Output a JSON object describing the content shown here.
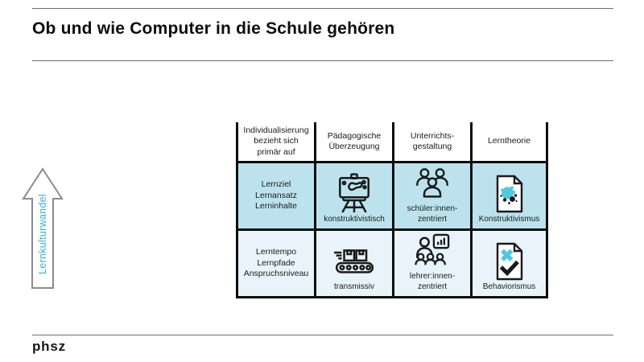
{
  "title": "Ob und wie Computer in die Schule gehören",
  "footer": {
    "logo": "phsz"
  },
  "arrow": {
    "label": "Lernkulturwandel"
  },
  "colors": {
    "accent_cyan": "#4fc8e0",
    "arrow_label": "#3aafd4",
    "row2_bg": "#bce3ed",
    "row3_bg": "#e8f4f9",
    "grid_border": "#0d0d0d"
  },
  "table": {
    "headers": [
      {
        "lines": [
          "Individualisierung",
          "bezieht sich",
          "primär auf"
        ]
      },
      {
        "lines": [
          "Pädagogische",
          "Überzeugung"
        ]
      },
      {
        "lines": [
          "Unterrichts-",
          "gestaltung"
        ]
      },
      {
        "lines": [
          "Lerntheorie"
        ]
      }
    ],
    "rows": [
      {
        "cells": [
          {
            "type": "text",
            "lines": [
              "Lernziel",
              "Lernansatz",
              "Lerninhalte"
            ]
          },
          {
            "type": "icon",
            "icon": "easel-icon",
            "label_lines": [
              "konstruktivistisch"
            ]
          },
          {
            "type": "icon",
            "icon": "students-icon",
            "label_lines": [
              "schüler:innen-",
              "zentriert"
            ]
          },
          {
            "type": "icon",
            "icon": "document-splash-icon",
            "label_lines": [
              "Konstruktivismus"
            ]
          }
        ]
      },
      {
        "cells": [
          {
            "type": "text",
            "lines": [
              "Lerntempo",
              "Lernpfade",
              "Anspruchsniveau"
            ]
          },
          {
            "type": "icon",
            "icon": "conveyor-icon",
            "label_lines": [
              "transmissiv"
            ]
          },
          {
            "type": "icon",
            "icon": "teacher-icon",
            "label_lines": [
              "lehrer:innen-",
              "zentriert"
            ]
          },
          {
            "type": "icon",
            "icon": "document-check-icon",
            "label_lines": [
              "Behaviorismus"
            ]
          }
        ]
      }
    ]
  }
}
